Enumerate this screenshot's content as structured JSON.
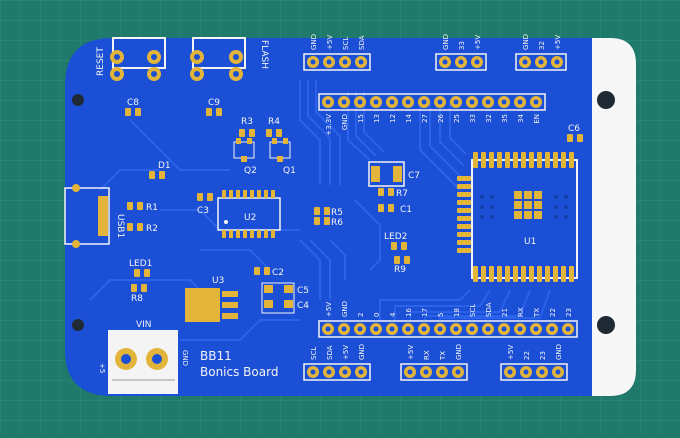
{
  "board": {
    "name": "BB11",
    "subtitle": "Bonics Board",
    "colors": {
      "background": "#1f7a6b",
      "grid": "#2f8f7f",
      "board": "#1b4fd6",
      "copper_trace": "#2a5fe6",
      "trace_dark": "#143fa8",
      "pad": "#e2b43a",
      "silk": "#f4f4f4",
      "white_section": "#f7f7f7"
    }
  },
  "buttons": {
    "reset": "RESET",
    "flash": "FLASH"
  },
  "headers": {
    "top_left": [
      "GND",
      "+5V",
      "SCL",
      "SDA"
    ],
    "top_mid": [
      "GND",
      "33",
      "+5V"
    ],
    "top_right": [
      "GND",
      "32",
      "+5V"
    ],
    "esp_top_row": [
      "+3.3V",
      "GND",
      "15",
      "13",
      "12",
      "14",
      "27",
      "26",
      "25",
      "33",
      "32",
      "35",
      "34",
      "EN"
    ],
    "esp_bottom_row": [
      "+5V",
      "GND",
      "2",
      "0",
      "4",
      "16",
      "17",
      "5",
      "18",
      "SCL",
      "SDA",
      "21",
      "RX",
      "TX",
      "22",
      "23"
    ],
    "bottom_i2c": [
      "SCL",
      "SDA",
      "+5V",
      "GND"
    ],
    "bottom_uart": [
      "+5V",
      "RX",
      "TX",
      "GND"
    ],
    "bottom_right": [
      "+5V",
      "22",
      "23",
      "GND"
    ]
  },
  "designators": {
    "C8": "C8",
    "C9": "C9",
    "R3": "R3",
    "R4": "R4",
    "Q2": "Q2",
    "Q1": "Q1",
    "D1": "D1",
    "R1": "R1",
    "R2": "R2",
    "USB1": "USB1",
    "C3": "C3",
    "U2": "U2",
    "R5": "R5",
    "R6": "R6",
    "C7": "C7",
    "R7": "R7",
    "C1": "C1",
    "LED2": "LED2",
    "R9": "R9",
    "U1": "U1",
    "C6": "C6",
    "LED1": "LED1",
    "R8": "R8",
    "U3": "U3",
    "C2": "C2",
    "C5": "C5",
    "C4": "C4",
    "VIN": "VIN",
    "PLUS5": "+5",
    "GND": "GND"
  }
}
